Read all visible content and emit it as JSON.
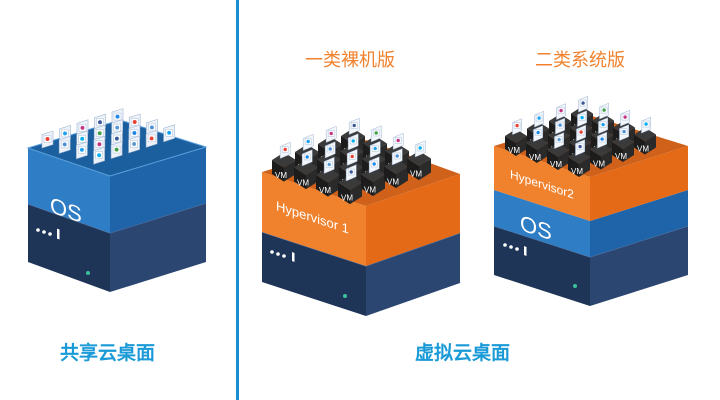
{
  "labels": {
    "type1": "一类裸机版",
    "type2": "二类系统版",
    "shared_caption": "共享云桌面",
    "virtual_caption": "虚拟云桌面"
  },
  "stacks": {
    "shared": {
      "os_label": "OS"
    },
    "bare_metal": {
      "hypervisor_label": "Hypervisor 1",
      "vm_label": "VM"
    },
    "hosted": {
      "hypervisor_label": "Hypervisor2",
      "os_label": "OS",
      "vm_label": "VM"
    }
  },
  "colors": {
    "divider": "#1a8fd0",
    "caption": "#1a9ad7",
    "hypervisor_orange": "#f0822e",
    "os_blue": "#2f7dc4",
    "server_navy": "#243b5e",
    "indicator_green": "#3ac09b"
  },
  "icons": [
    "chrome-icon",
    "twitter-icon",
    "instagram-icon",
    "facebook-icon",
    "ie-icon",
    "mail-icon",
    "skype-icon",
    "calendar-icon",
    "mountain-photo-icon"
  ]
}
